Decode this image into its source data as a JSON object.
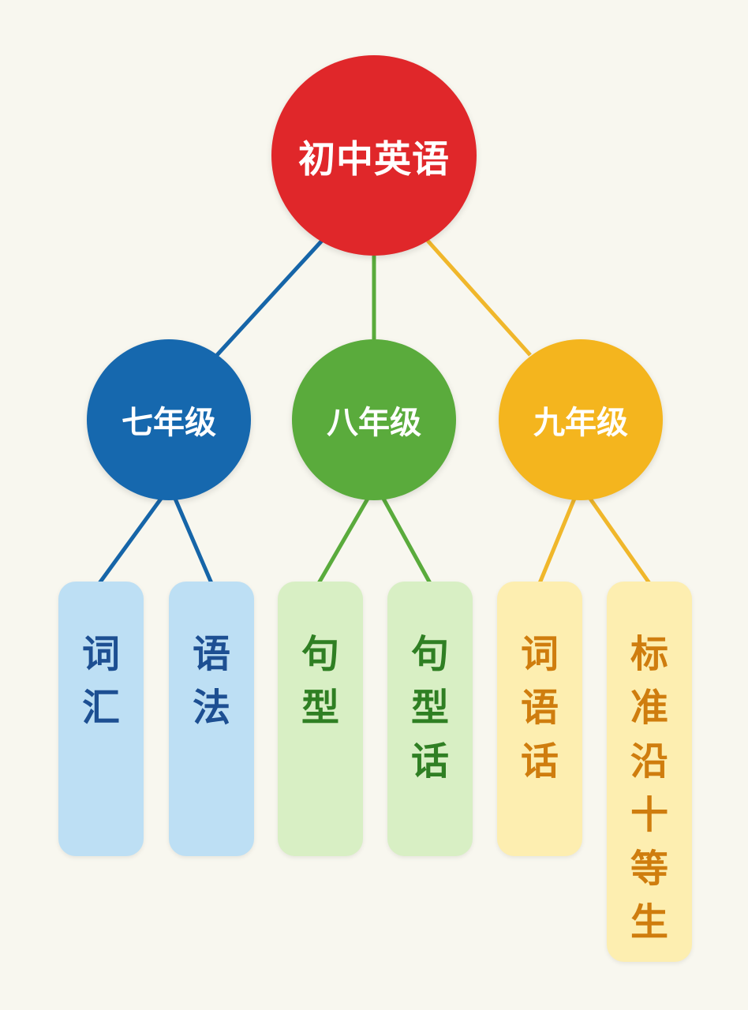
{
  "colors": {
    "root": "#e0272a",
    "grade7": "#1668ae",
    "grade8": "#5aab3c",
    "grade9": "#f4b51e",
    "pill_blue": "#bddff4",
    "pill_blue_text": "#1d4f92",
    "pill_green": "#d8efc4",
    "pill_green_text": "#2f7f23",
    "pill_yellow": "#fdeeb0",
    "pill_yellow_text": "#cf7d0e",
    "link_blue": "#1665a8",
    "link_green": "#5aab3c",
    "link_yellow": "#f0b72b"
  },
  "root": {
    "label": "初中英语"
  },
  "grades": [
    {
      "label": "七年级",
      "children": [
        {
          "chars": [
            "词",
            "汇"
          ]
        },
        {
          "chars": [
            "语",
            "法"
          ]
        }
      ]
    },
    {
      "label": "八年级",
      "children": [
        {
          "chars": [
            "句",
            "型"
          ]
        },
        {
          "chars": [
            "句",
            "型",
            "话"
          ]
        }
      ]
    },
    {
      "label": "九年级",
      "children": [
        {
          "chars": [
            "词",
            "语",
            "话"
          ]
        },
        {
          "chars": [
            "标",
            "准",
            "沿",
            "十",
            "等",
            "生"
          ]
        }
      ]
    }
  ]
}
